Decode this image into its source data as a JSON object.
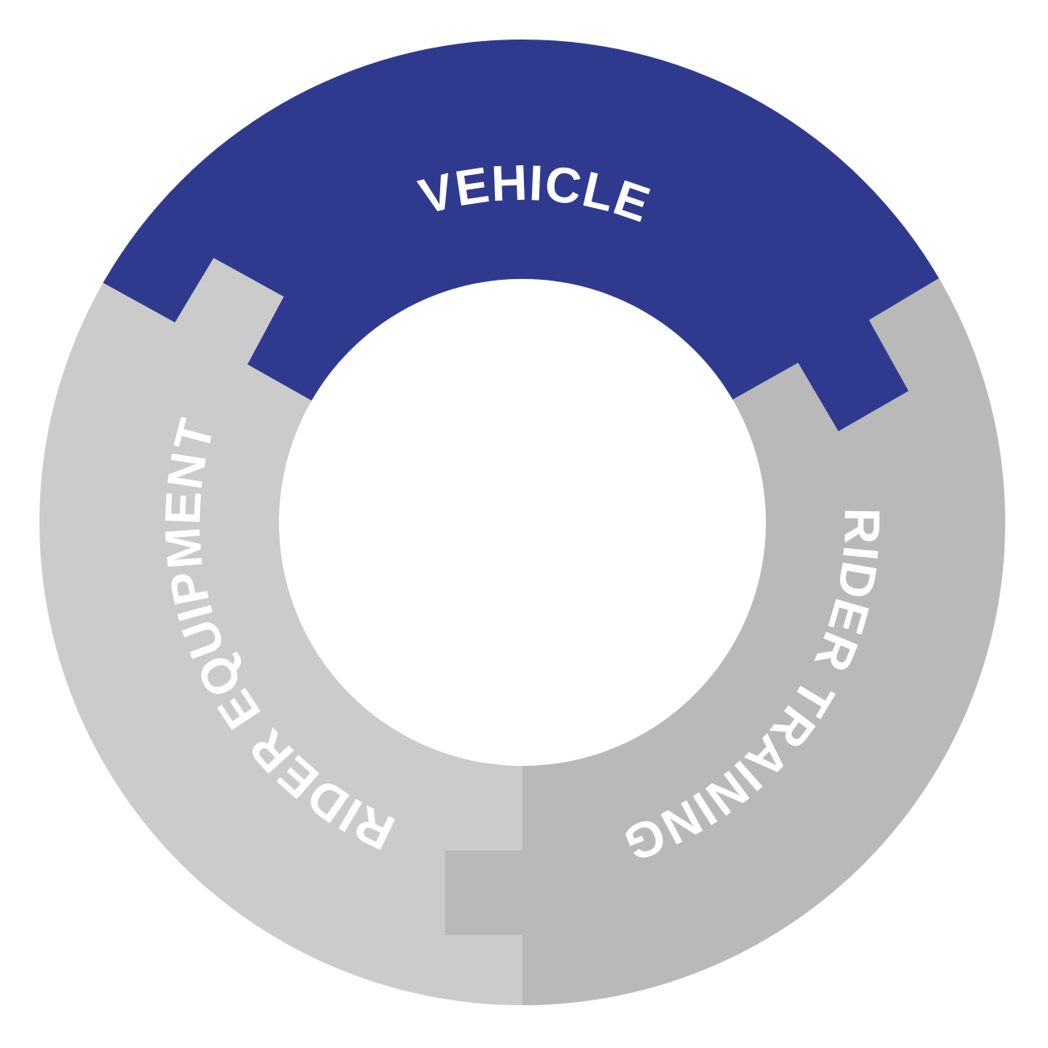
{
  "diagram": {
    "segments": [
      {
        "id": "vehicle",
        "label": "VEHICLE",
        "color": "#2f3a8f",
        "text_color": "#ffffff"
      },
      {
        "id": "rider-training",
        "label": "RIDER TRAINING",
        "color": "#b9b9b9",
        "text_color": "#ffffff"
      },
      {
        "id": "rider-equipment",
        "label": "RIDER EQUIPMENT",
        "color": "#cbcbcb",
        "text_color": "#ffffff"
      }
    ],
    "center_fill": "#ffffff"
  }
}
